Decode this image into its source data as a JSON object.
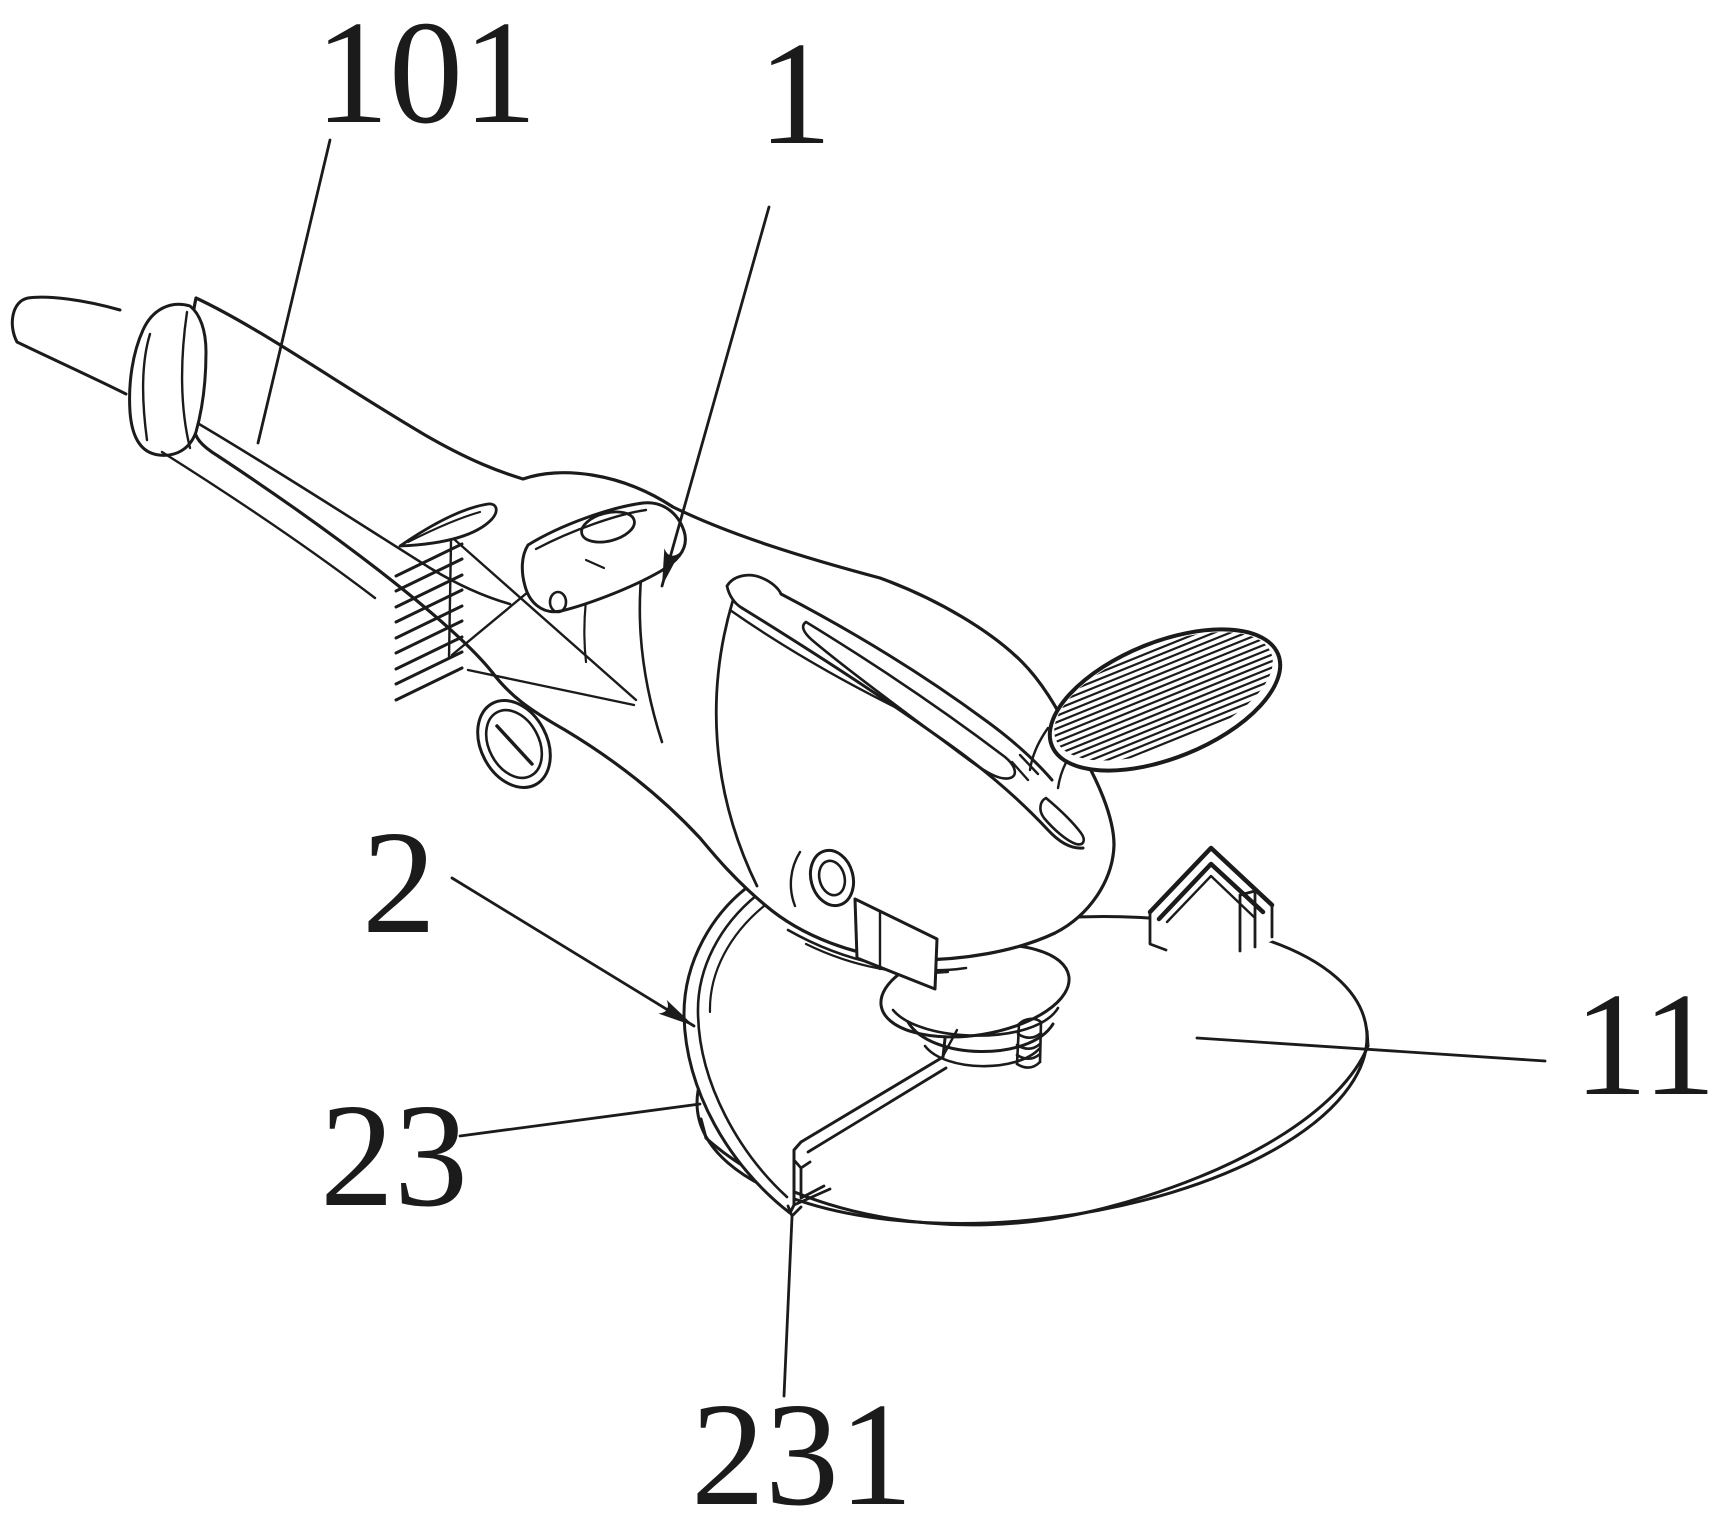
{
  "figure": {
    "kind": "patent-line-drawing",
    "subject": "angle grinder with grinding disc and wheel guard",
    "background_color": "#ffffff",
    "line_color": "#1b1b1b"
  },
  "labels": {
    "l101": {
      "text": "101"
    },
    "l1": {
      "text": "1"
    },
    "l2": {
      "text": "2"
    },
    "l23": {
      "text": "23"
    },
    "l231": {
      "text": "231"
    },
    "l11": {
      "text": "11"
    }
  }
}
